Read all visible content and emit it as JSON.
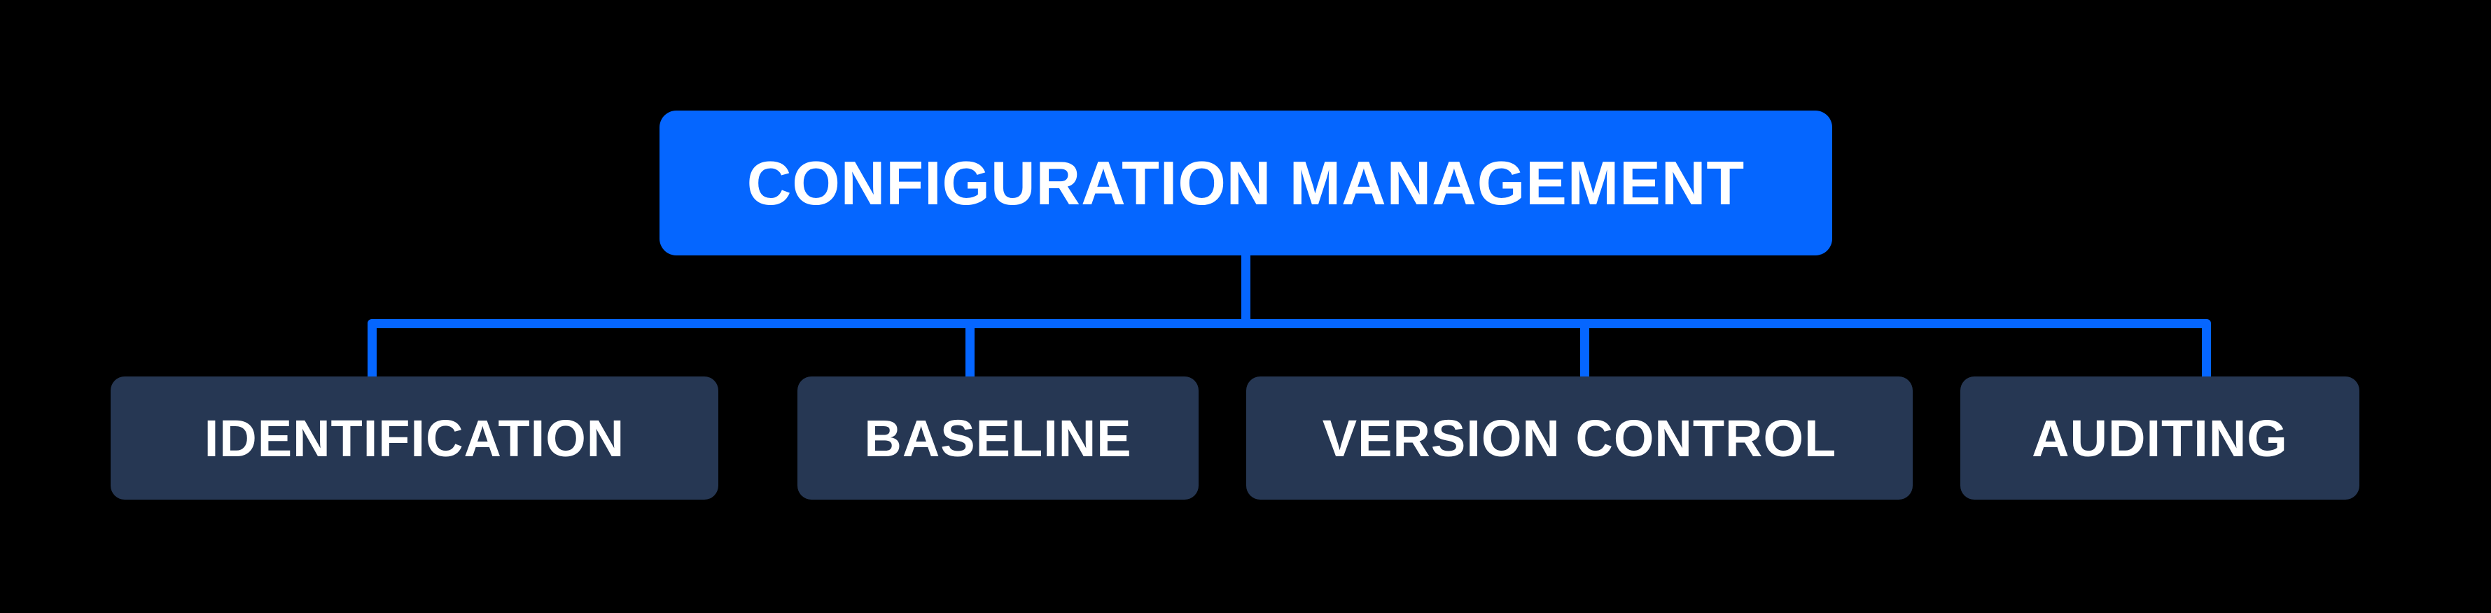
{
  "diagram": {
    "type": "hierarchy",
    "colors": {
      "background": "#000000",
      "accent_blue": "#0566ff",
      "node_navy": "#263753",
      "text": "#ffffff"
    },
    "root": {
      "label": "CONFIGURATION MANAGEMENT"
    },
    "children": [
      {
        "label": "IDENTIFICATION"
      },
      {
        "label": "BASELINE"
      },
      {
        "label": "VERSION CONTROL"
      },
      {
        "label": "AUDITING"
      }
    ]
  }
}
